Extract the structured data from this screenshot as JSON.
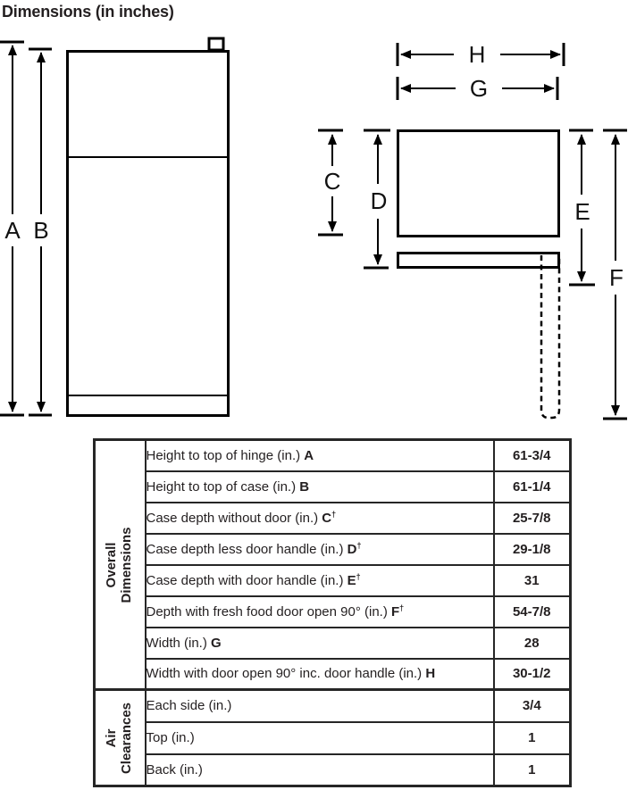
{
  "title": "Dimensions (in inches)",
  "diagram": {
    "labels": {
      "A": "A",
      "B": "B",
      "C": "C",
      "D": "D",
      "E": "E",
      "F": "F",
      "G": "G",
      "H": "H"
    }
  },
  "table": {
    "sections": [
      {
        "header": "Overall\nDimensions",
        "rows": [
          {
            "label": "Height to top of hinge (in.) ",
            "letter": "A",
            "dagger": "",
            "value": "61-3/4"
          },
          {
            "label": "Height to top of case (in.) ",
            "letter": "B",
            "dagger": "",
            "value": "61-1/4"
          },
          {
            "label": "Case depth without door (in.) ",
            "letter": "C",
            "dagger": "†",
            "value": "25-7/8"
          },
          {
            "label": "Case depth less door handle (in.) ",
            "letter": "D",
            "dagger": "†",
            "value": "29-1/8"
          },
          {
            "label": "Case depth with door handle (in.) ",
            "letter": "E",
            "dagger": "†",
            "value": "31"
          },
          {
            "label": "Depth with fresh food door open 90° (in.) ",
            "letter": "F",
            "dagger": "†",
            "value": "54-7/8"
          },
          {
            "label": "Width (in.) ",
            "letter": "G",
            "dagger": "",
            "value": "28"
          },
          {
            "label": "Width with door open 90° inc. door handle (in.) ",
            "letter": "H",
            "dagger": "",
            "value": "30-1/2"
          }
        ]
      },
      {
        "header": "Air\nClearances",
        "rows": [
          {
            "label": "Each side (in.)",
            "letter": "",
            "dagger": "",
            "value": "3/4"
          },
          {
            "label": "Top (in.)",
            "letter": "",
            "dagger": "",
            "value": "1"
          },
          {
            "label": "Back (in.)",
            "letter": "",
            "dagger": "",
            "value": "1"
          }
        ]
      }
    ]
  }
}
